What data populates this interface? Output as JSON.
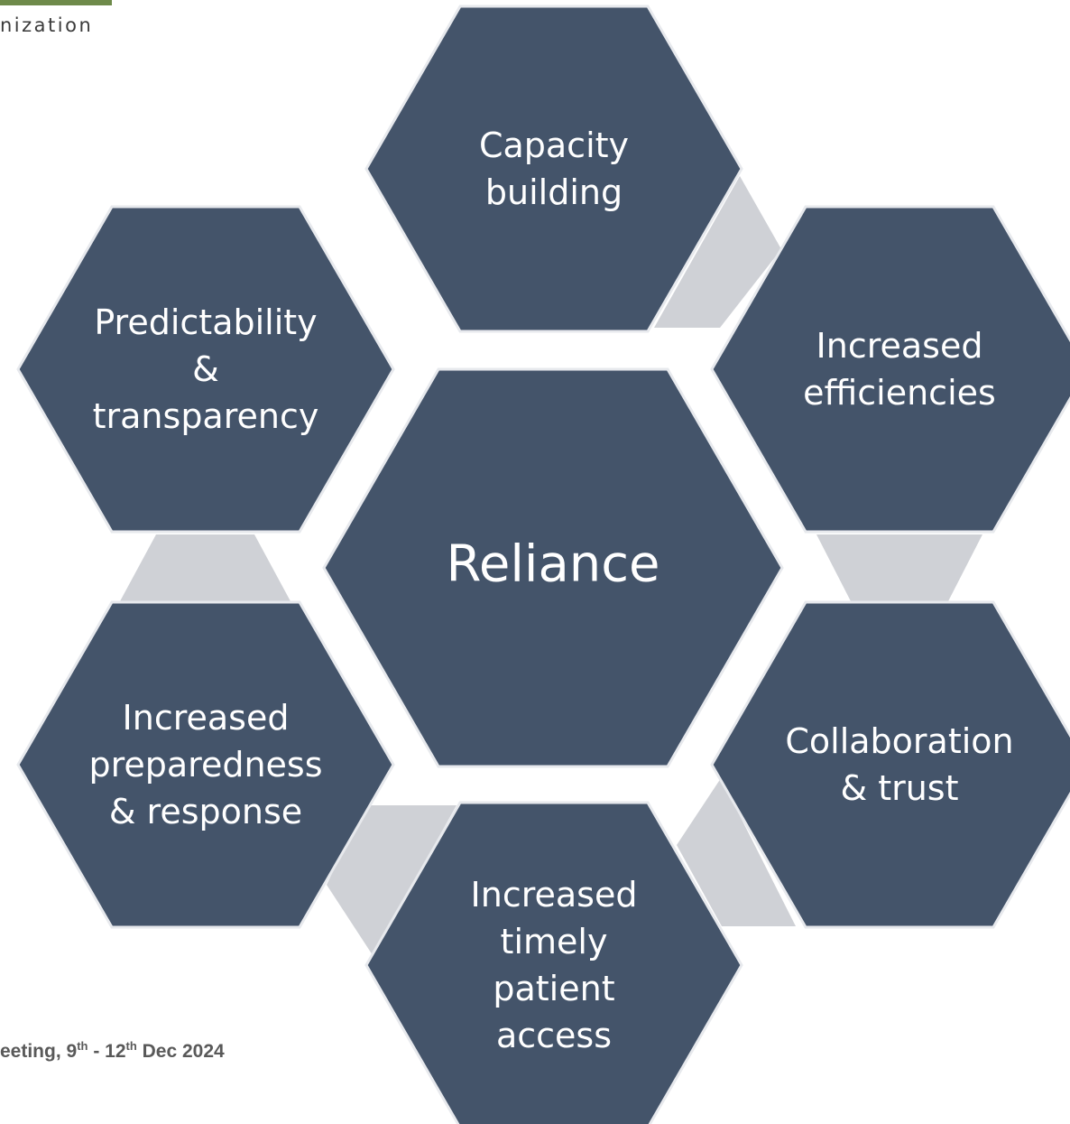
{
  "header": {
    "org_text_fragment": "nization"
  },
  "footer": {
    "prefix": "eeting, 9",
    "sup1": "th",
    "middle": " - 12",
    "sup2": "th",
    "suffix": " Dec 2024"
  },
  "diagram": {
    "center": {
      "lines": [
        "Reliance"
      ]
    },
    "nodes": [
      {
        "id": "capacity-building",
        "lines": [
          "Capacity",
          "building"
        ]
      },
      {
        "id": "increased-efficiencies",
        "lines": [
          "Increased",
          "efficiencies"
        ]
      },
      {
        "id": "collaboration-trust",
        "lines": [
          "Collaboration",
          "& trust"
        ]
      },
      {
        "id": "timely-patient-access",
        "lines": [
          "Increased",
          "timely",
          "patient",
          "access"
        ]
      },
      {
        "id": "preparedness-response",
        "lines": [
          "Increased",
          "preparedness",
          "& response"
        ]
      },
      {
        "id": "predictability-transparency",
        "lines": [
          "Predictability",
          "&",
          "transparency"
        ]
      }
    ],
    "colors": {
      "hexagon_fill": "#44546A",
      "hexagon_stroke": "#E7E9ED",
      "connector_fill": "#CFD1D6",
      "text": "#FFFFFF"
    }
  }
}
